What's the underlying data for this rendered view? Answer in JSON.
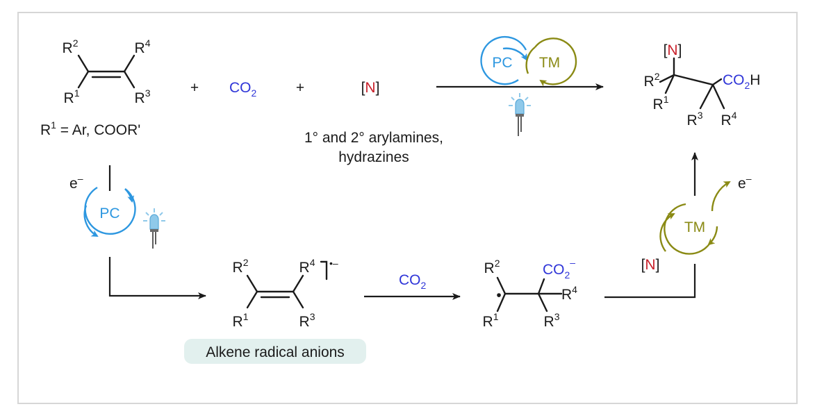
{
  "reactants": {
    "alkene": {
      "r1": "R",
      "r1_sup": "1",
      "r2": "R",
      "r2_sup": "2",
      "r3": "R",
      "r3_sup": "3",
      "r4": "R",
      "r4_sup": "4",
      "condition_prefix": "R",
      "condition_sup": "1",
      "condition_rest": " = Ar, COOR'"
    },
    "plus": "+",
    "co2": {
      "main": "CO",
      "sub": "2"
    },
    "amine_source": {
      "open": "[",
      "letter": "N",
      "close": "]"
    },
    "amine_note_line1": "1° and 2° arylamines,",
    "amine_note_line2": "hydrazines"
  },
  "catalysts": {
    "pc": "PC",
    "tm": "TM"
  },
  "product": {
    "n_open": "[",
    "n_letter": "N",
    "n_close": "]",
    "r1": "R",
    "r1_sup": "1",
    "r2": "R",
    "r2_sup": "2",
    "r3": "R",
    "r3_sup": "3",
    "r4": "R",
    "r4_sup": "4",
    "acid_main": "CO",
    "acid_sub": "2",
    "acid_tail": "H"
  },
  "mechanism": {
    "electron": "e",
    "electron_sup": "–",
    "radical_anion_sign": "•–",
    "highlight_label": "Alkene radical anions",
    "co2_main": "CO",
    "co2_sub": "2",
    "carboxylate_main": "CO",
    "carboxylate_sub": "2",
    "carboxylate_sup": "–",
    "radical_dot": "•",
    "amine_open": "[",
    "amine_letter": "N",
    "amine_close": "]",
    "electron_out": "e",
    "electron_out_sup": "–"
  },
  "colors": {
    "pc": "#2d97e0",
    "tm": "#8a8a14",
    "co2": "#2f35d8",
    "nitrogen": "#c8202a",
    "highlight": "#e2f0ee",
    "frame": "#d6d6d6"
  },
  "icons": [
    "light-bulb-icon",
    "light-bulb-icon"
  ]
}
